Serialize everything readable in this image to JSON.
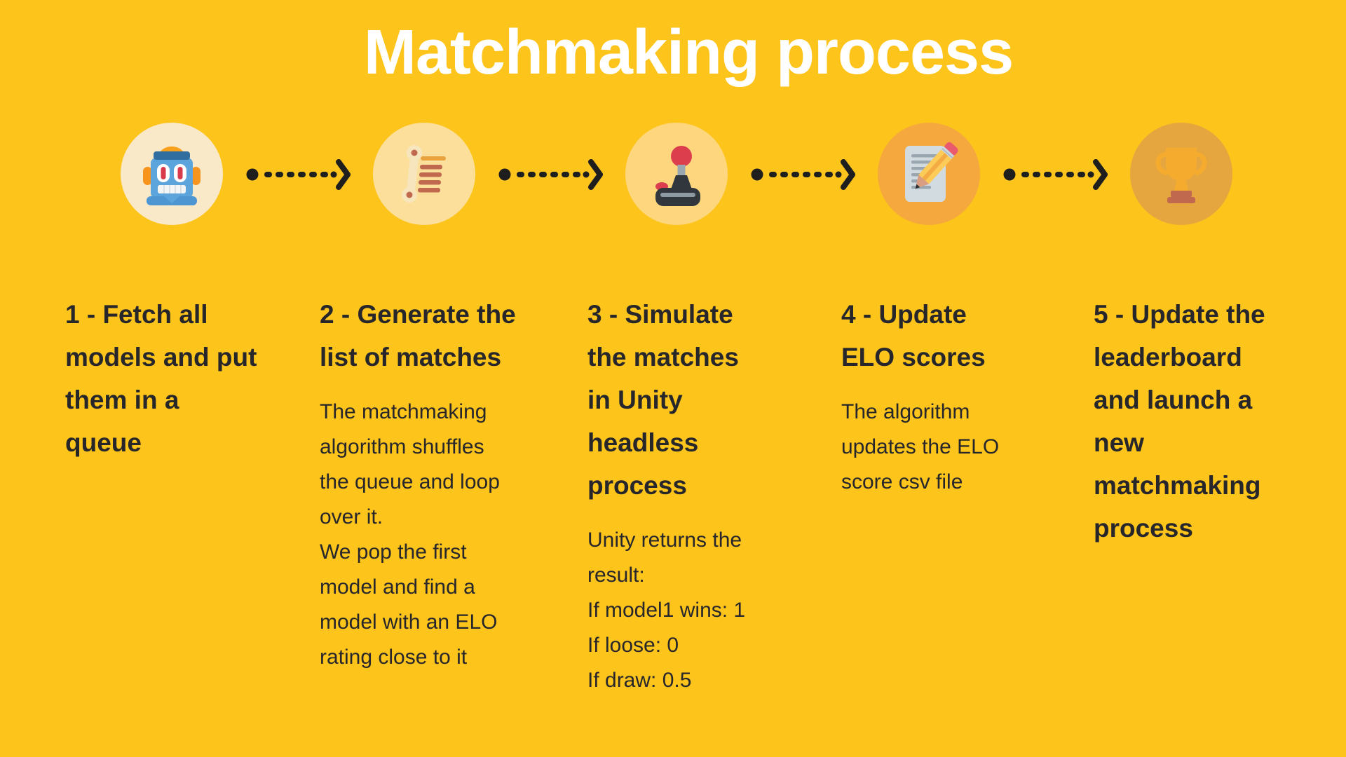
{
  "title": "Matchmaking process",
  "colors": {
    "background": "#FDC41C",
    "title_text": "#FFFFFF",
    "step_text": "#26262B",
    "arrow": "#1E1E1E",
    "circle_fills": [
      "#FAE9C8",
      "#FBDF9B",
      "#FDD67E",
      "#F5A83D",
      "#E5A63F"
    ]
  },
  "steps": [
    {
      "icon": "robot-icon",
      "circle_color": "#FAE9C8",
      "heading": "1 - Fetch all\nmodels and put\nthem in a\nqueue"
    },
    {
      "icon": "scroll-icon",
      "circle_color": "#FBDF9B",
      "heading": "2 - Generate the\nlist of matches",
      "body": "The matchmaking\nalgorithm shuffles\nthe queue and loop\nover it.\nWe pop the first\nmodel and find a\nmodel with an ELO\nrating close to it"
    },
    {
      "icon": "joystick-icon",
      "circle_color": "#FDD67E",
      "heading": "3 - Simulate\nthe matches\nin Unity\nheadless\nprocess",
      "body": "Unity returns the\nresult:\nIf model1 wins: 1\nIf loose: 0\nIf draw: 0.5"
    },
    {
      "icon": "memo-icon",
      "circle_color": "#F5A83D",
      "heading": "4 - Update\nELO scores",
      "body": "The algorithm\nupdates the ELO\nscore csv file"
    },
    {
      "icon": "trophy-icon",
      "circle_color": "#E5A63F",
      "heading": "5 - Update the\nleaderboard\nand launch a\nnew\nmatchmaking\nprocess"
    }
  ]
}
